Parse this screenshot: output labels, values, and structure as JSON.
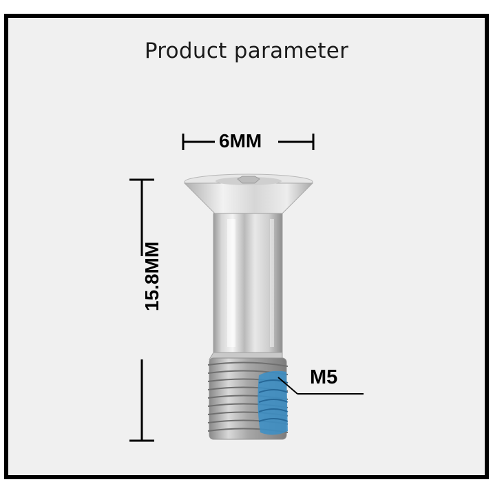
{
  "title": "Product parameter",
  "dimensions": {
    "head_width": "6MM",
    "length": "15.8MM",
    "thread": "M5"
  },
  "colors": {
    "background": "#f0f0f0",
    "border": "#000000",
    "thread_lock": "#3a8fc8"
  },
  "icons": {
    "screw": "countersunk-hex-socket-shoulder-screw"
  }
}
